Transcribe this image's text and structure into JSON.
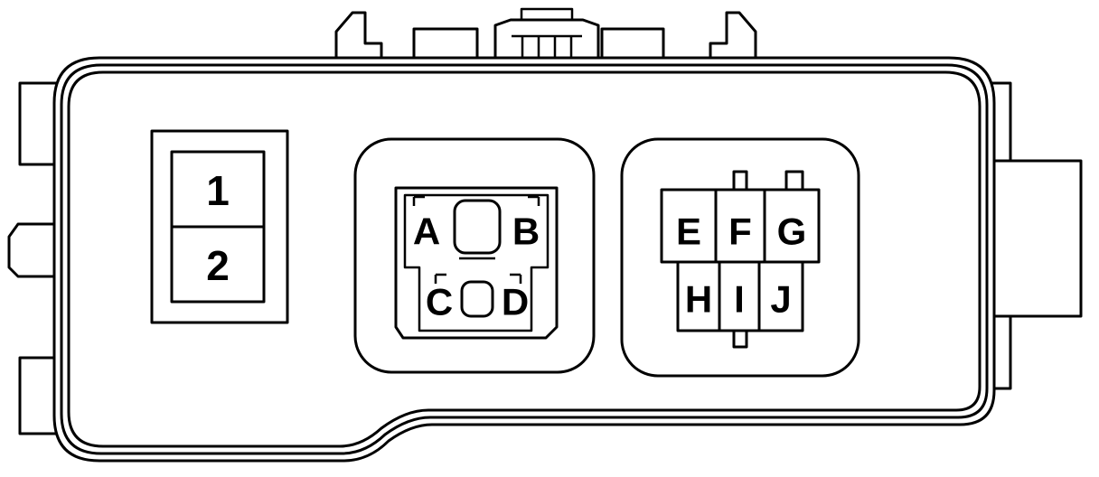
{
  "fuse_slots": [
    "1",
    "2"
  ],
  "connector_left": {
    "terminals": [
      "A",
      "B",
      "C",
      "D"
    ]
  },
  "connector_right": {
    "terminals": [
      "E",
      "F",
      "G",
      "H",
      "I",
      "J"
    ]
  },
  "colors": {
    "stroke": "#000000",
    "background": "#ffffff"
  }
}
